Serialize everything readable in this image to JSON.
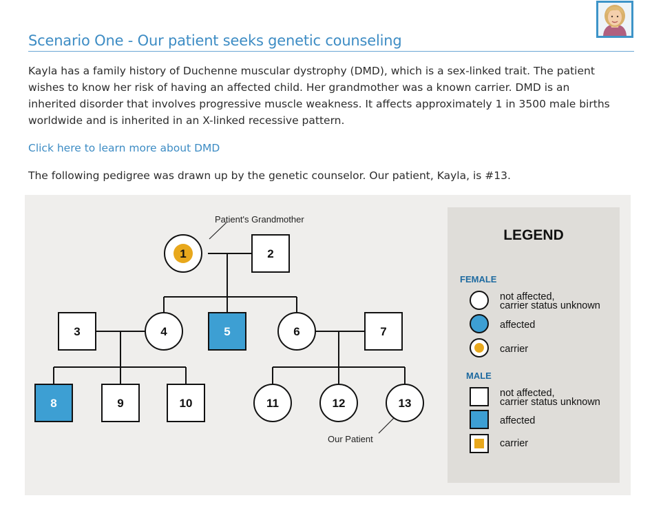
{
  "header": {
    "title": "Scenario One - Our patient seeks genetic counseling",
    "avatar_icon": "woman-portrait-icon"
  },
  "intro": {
    "paragraph": "Kayla has a family history of Duchenne muscular dystrophy (DMD), which is a sex-linked trait. The patient wishes to know her risk of having an affected child. Her grandmother was a known carrier. DMD is an inherited disorder that involves progressive muscle weakness. It affects approximately 1 in 3500 male births worldwide and is inherited in an X-linked recessive pattern.",
    "link_text": "Click here to learn more about DMD",
    "pedigree_note": "The following pedigree was drawn up by the genetic counselor. Our patient, Kayla, is #13."
  },
  "pedigree": {
    "grandmother_label": "Patient's Grandmother",
    "patient_label": "Our Patient",
    "individuals": [
      {
        "id": "1",
        "sex": "female",
        "status": "carrier"
      },
      {
        "id": "2",
        "sex": "male",
        "status": "unaffected"
      },
      {
        "id": "3",
        "sex": "male",
        "status": "unaffected"
      },
      {
        "id": "4",
        "sex": "female",
        "status": "unaffected"
      },
      {
        "id": "5",
        "sex": "male",
        "status": "affected"
      },
      {
        "id": "6",
        "sex": "female",
        "status": "unaffected"
      },
      {
        "id": "7",
        "sex": "male",
        "status": "unaffected"
      },
      {
        "id": "8",
        "sex": "male",
        "status": "affected"
      },
      {
        "id": "9",
        "sex": "male",
        "status": "unaffected"
      },
      {
        "id": "10",
        "sex": "male",
        "status": "unaffected"
      },
      {
        "id": "11",
        "sex": "female",
        "status": "unaffected"
      },
      {
        "id": "12",
        "sex": "female",
        "status": "unaffected"
      },
      {
        "id": "13",
        "sex": "female",
        "status": "unaffected"
      }
    ],
    "matings": [
      {
        "partners": [
          "1",
          "2"
        ],
        "children": [
          "4",
          "5",
          "6"
        ]
      },
      {
        "partners": [
          "3",
          "4"
        ],
        "children": [
          "8",
          "9",
          "10"
        ]
      },
      {
        "partners": [
          "6",
          "7"
        ],
        "children": [
          "11",
          "12",
          "13"
        ]
      }
    ]
  },
  "legend": {
    "title": "LEGEND",
    "female_heading": "FEMALE",
    "male_heading": "MALE",
    "female_items": [
      {
        "line1": "not affected,",
        "line2": "carrier status unknown",
        "status": "unaffected"
      },
      {
        "line1": "affected",
        "status": "affected"
      },
      {
        "line1": "carrier",
        "status": "carrier"
      }
    ],
    "male_items": [
      {
        "line1": "not affected,",
        "line2": "carrier status unknown",
        "status": "unaffected"
      },
      {
        "line1": "affected",
        "status": "affected"
      },
      {
        "line1": "carrier",
        "status": "carrier"
      }
    ]
  },
  "colors": {
    "title": "#3d8cc4",
    "affected_fill": "#3d9fd3",
    "carrier_dot": "#e8a81c",
    "legend_heading": "#1e6aa0",
    "legend_bg": "#dfddd9",
    "panel_bg": "#efeeec"
  }
}
